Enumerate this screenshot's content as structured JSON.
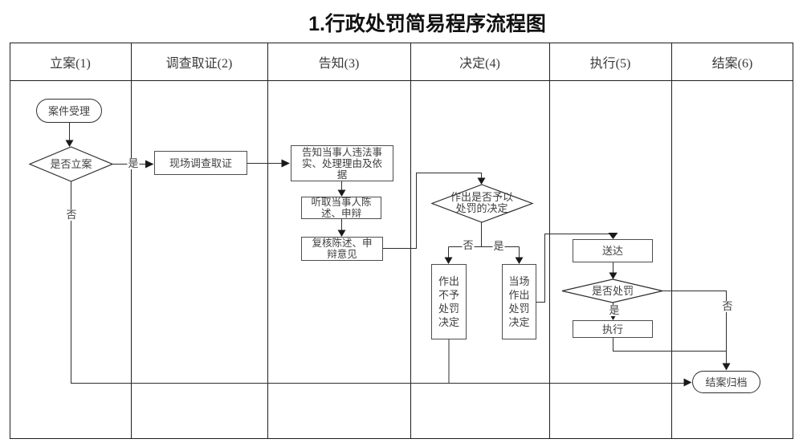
{
  "title": "1.行政处罚简易程序流程图",
  "lanes": [
    "立案(1)",
    "调查取证(2)",
    "告知(3)",
    "决定(4)",
    "执行(5)",
    "结案(6)"
  ],
  "nodes": {
    "start": {
      "label": "案件受理"
    },
    "decide_file": {
      "label": "是否立案"
    },
    "investigate": {
      "label": "现场调查取证"
    },
    "inform": {
      "label": "告知当事人违法事\n实、处理理由及依\n据"
    },
    "listen": {
      "label": "听取当事人陈\n述、申辩"
    },
    "review": {
      "label": "复核陈述、申\n辩意见"
    },
    "decide_punish": {
      "label": "作出是否予以\n处罚的决定"
    },
    "no_punish": {
      "label": "作出\n不予\n处罚\n决定"
    },
    "onsite_punish": {
      "label": "当场\n作出\n处罚\n决定"
    },
    "deliver": {
      "label": "送达"
    },
    "is_punished": {
      "label": "是否处罚"
    },
    "execute": {
      "label": "执行"
    },
    "end": {
      "label": "结案归档"
    }
  },
  "edge_labels": {
    "file_yes": "是",
    "file_no": "否",
    "punish_no": "否",
    "punish_yes": "是",
    "exec_yes": "是",
    "exec_no": "否"
  },
  "colors": {
    "ink": "#2e2e2e"
  }
}
